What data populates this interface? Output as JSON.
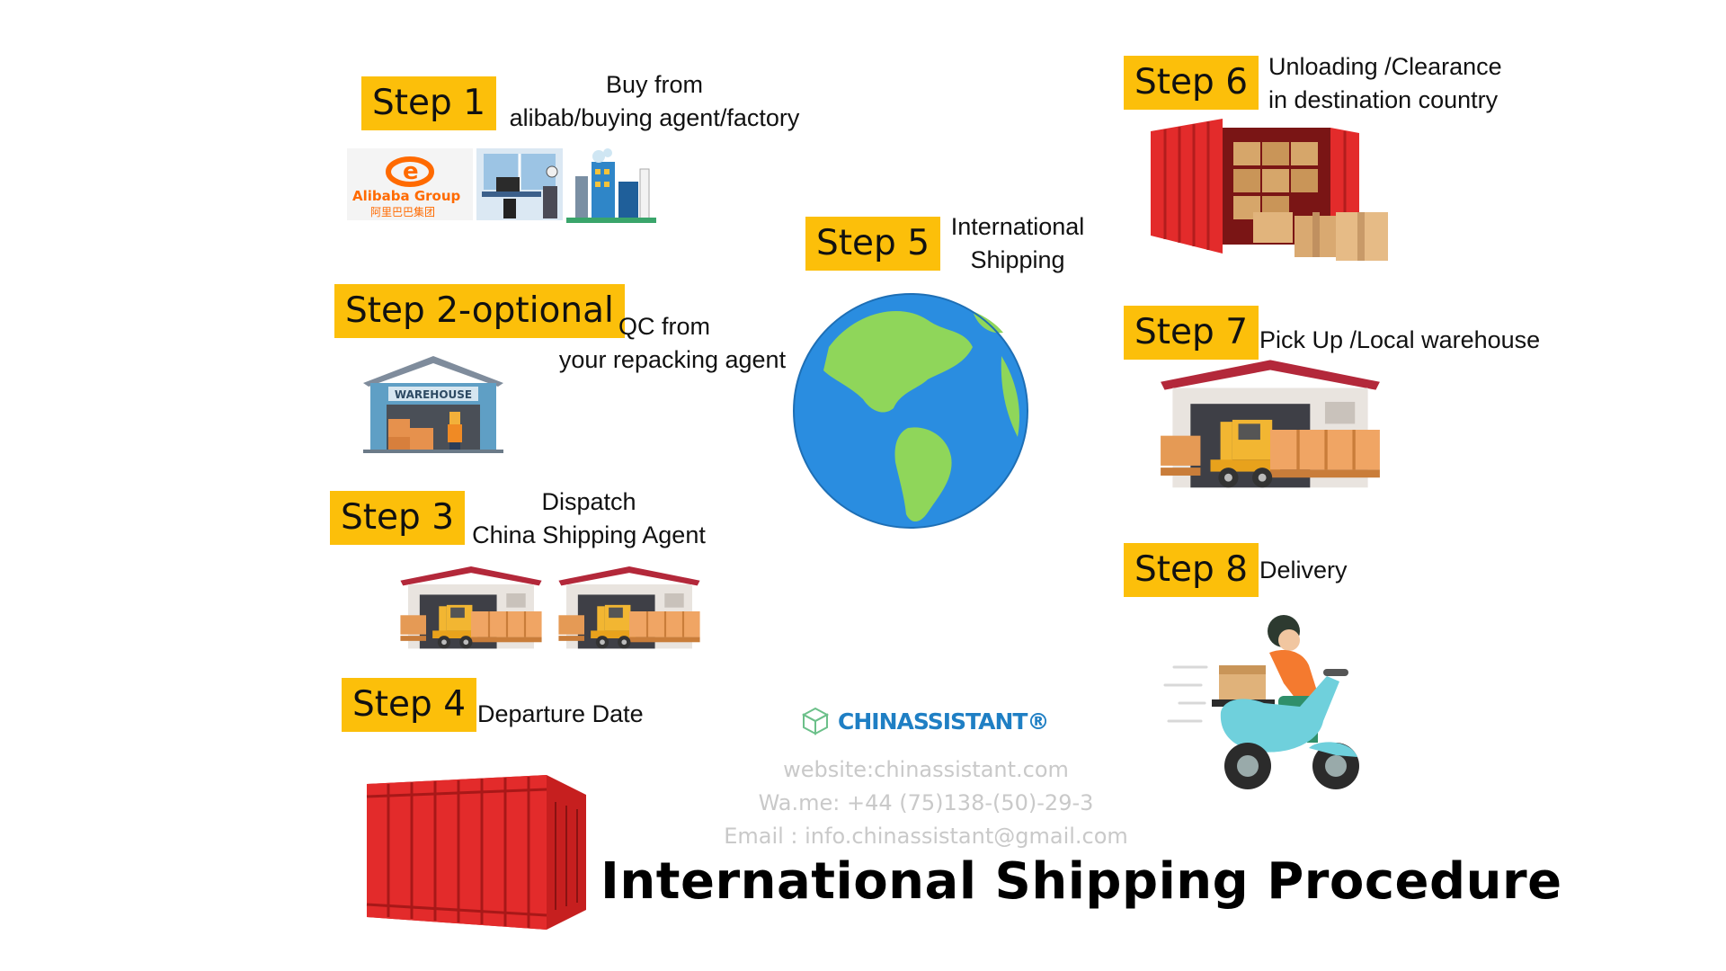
{
  "title": "International Shipping Procedure",
  "steps": [
    {
      "badge": "Step 1",
      "lines": [
        "Buy from",
        "alibab/buying agent/factory"
      ]
    },
    {
      "badge": "Step 2-optional",
      "lines": [
        "QC from",
        "your repacking agent"
      ]
    },
    {
      "badge": "Step 3",
      "lines": [
        "Dispatch",
        "China Shipping Agent"
      ]
    },
    {
      "badge": "Step 4",
      "lines": [
        "Departure Date"
      ]
    },
    {
      "badge": "Step 5",
      "lines": [
        "International",
        "Shipping"
      ]
    },
    {
      "badge": "Step 6",
      "lines": [
        "Unloading  /Clearance",
        "in destination country"
      ]
    },
    {
      "badge": "Step 7",
      "lines": [
        "Pick Up  /Local warehouse"
      ]
    },
    {
      "badge": "Step 8",
      "lines": [
        "Delivery"
      ]
    }
  ],
  "brand": {
    "name": "CHINASSISTANT®",
    "color": "#1f7fc4",
    "website": "website:chinassistant.com",
    "whatsapp": "Wa.me: +44 (75)138-(50)-29-3",
    "email": "Email : info.chinassistant@gmail.com"
  },
  "alibaba_logo": {
    "name": "Alibaba Group",
    "cn": "阿里巴巴集团",
    "color": "#ff6a00"
  },
  "warehouse_sign": "WAREHOUSE",
  "colors": {
    "badge": "#fcbf0a",
    "container": "#e32b2b",
    "ocean": "#2a8de0",
    "land": "#8fd65a",
    "roof": "#b3283a"
  },
  "icons": [
    "alibaba-logo",
    "office-icon",
    "factory-icon",
    "warehouse-icon",
    "forklift-warehouse-icon",
    "shipping-container-icon",
    "globe-icon",
    "open-container-icon",
    "delivery-scooter-icon",
    "cube-logo-icon"
  ]
}
